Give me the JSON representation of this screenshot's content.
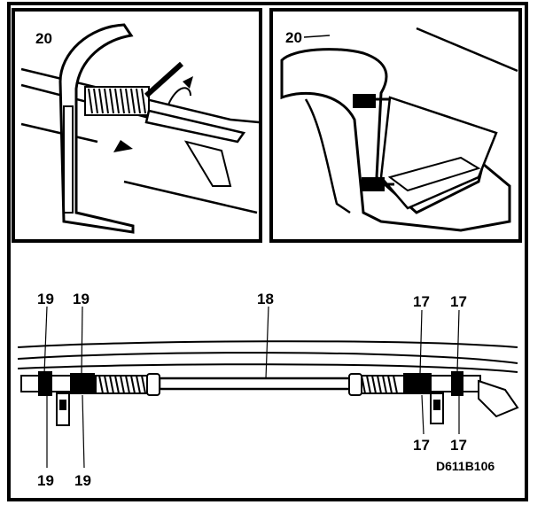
{
  "figure": {
    "top_left_panel": {
      "callout": "20"
    },
    "top_right_panel": {
      "callout": "20"
    },
    "bottom_panel": {
      "callouts_top": [
        "19",
        "19",
        "18",
        "17",
        "17"
      ],
      "callouts_bottom": [
        "19",
        "19",
        "17",
        "17"
      ]
    },
    "drawing_code": "D611B106"
  },
  "colors": {
    "ink": "#000000",
    "paper": "#ffffff"
  }
}
